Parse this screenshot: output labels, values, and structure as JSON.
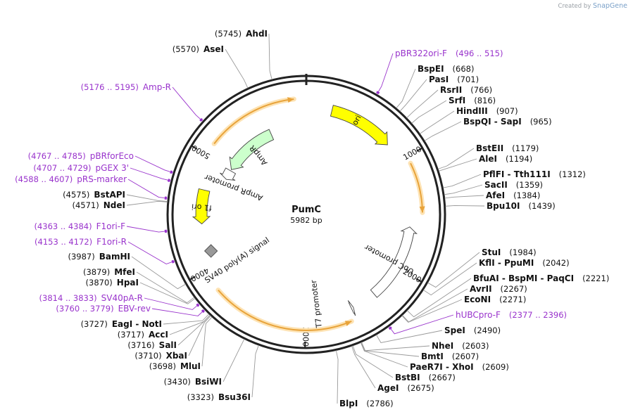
{
  "credit": {
    "prefix": "Created by",
    "brand": "SnapGene"
  },
  "plasmid": {
    "name": "PumC",
    "length": "5982 bp",
    "total_bp": 5982
  },
  "ticks": [
    {
      "bp": 1000,
      "label": "1000"
    },
    {
      "bp": 2000,
      "label": "2000"
    },
    {
      "bp": 3000,
      "label": "3000"
    },
    {
      "bp": 4000,
      "label": "4000"
    },
    {
      "bp": 5000,
      "label": "5000"
    }
  ],
  "features": [
    {
      "name": "ori",
      "type": "ori",
      "start": 230,
      "end": 820,
      "color": "#ffff00"
    },
    {
      "name": "AmpR",
      "type": "cds",
      "start": 5000,
      "end": 5590,
      "color": "#ccffcc"
    },
    {
      "name": "AmpR promoter",
      "type": "promoter",
      "start": 4880,
      "end": 4985,
      "color": "#ffffff"
    },
    {
      "name": "UbC promoter",
      "type": "promoter",
      "start": 1610,
      "end": 2320,
      "color": "#ffffff"
    },
    {
      "name": "T7 promoter",
      "type": "promoter",
      "start": 2545,
      "end": 2565,
      "color": "#ffffff"
    },
    {
      "name": "f1 ori",
      "type": "ori",
      "start": 4400,
      "end": 4710,
      "color": "#ffff00"
    },
    {
      "name": "SV40 poly(A) signal",
      "type": "polyA",
      "start": 4080,
      "end": 4195,
      "color": "#999999"
    }
  ],
  "orfs": [
    {
      "start": 5110,
      "end": 5880,
      "direction": "cw"
    },
    {
      "start": 1060,
      "end": 1480,
      "direction": "cw"
    },
    {
      "start": 2610,
      "end": 3810,
      "direction": "ccw"
    }
  ],
  "sites": [
    {
      "label": "AhdI",
      "pos": "(5745)",
      "bp": 5745,
      "side": "top",
      "kind": "enzyme"
    },
    {
      "label": "AseI",
      "pos": "(5570)",
      "bp": 5570,
      "side": "top",
      "kind": "enzyme"
    },
    {
      "label": "Amp-R",
      "pos": "(5176 .. 5195)",
      "bp": 5185,
      "side": "left",
      "kind": "primer"
    },
    {
      "label": "pBRforEco",
      "pos": "(4767 .. 4785)",
      "bp": 4776,
      "side": "left",
      "kind": "primer"
    },
    {
      "label": "pGEX 3'",
      "pos": "(4707 .. 4729)",
      "bp": 4718,
      "side": "left",
      "kind": "primer"
    },
    {
      "label": "pRS-marker",
      "pos": "(4588 .. 4607)",
      "bp": 4597,
      "side": "left",
      "kind": "primer"
    },
    {
      "label": "BstAPI",
      "pos": "(4575)",
      "bp": 4575,
      "side": "left",
      "kind": "enzyme"
    },
    {
      "label": "NdeI",
      "pos": "(4571)",
      "bp": 4571,
      "side": "left",
      "kind": "enzyme"
    },
    {
      "label": "F1ori-F",
      "pos": "(4363 .. 4384)",
      "bp": 4373,
      "side": "left",
      "kind": "primer"
    },
    {
      "label": "F1ori-R",
      "pos": "(4153 .. 4172)",
      "bp": 4162,
      "side": "left",
      "kind": "primer"
    },
    {
      "label": "BamHI",
      "pos": "(3987)",
      "bp": 3987,
      "side": "left",
      "kind": "enzyme"
    },
    {
      "label": "MfeI",
      "pos": "(3879)",
      "bp": 3879,
      "side": "left",
      "kind": "enzyme"
    },
    {
      "label": "HpaI",
      "pos": "(3870)",
      "bp": 3870,
      "side": "left",
      "kind": "enzyme"
    },
    {
      "label": "SV40pA-R",
      "pos": "(3814 .. 3833)",
      "bp": 3823,
      "side": "left",
      "kind": "primer"
    },
    {
      "label": "EBV-rev",
      "pos": "(3760 .. 3779)",
      "bp": 3769,
      "side": "left",
      "kind": "primer"
    },
    {
      "label": "EagI - NotI",
      "pos": "(3727)",
      "bp": 3727,
      "side": "left",
      "kind": "enzyme"
    },
    {
      "label": "AccI",
      "pos": "(3717)",
      "bp": 3717,
      "side": "left",
      "kind": "enzyme"
    },
    {
      "label": "SalI",
      "pos": "(3716)",
      "bp": 3716,
      "side": "left",
      "kind": "enzyme"
    },
    {
      "label": "XbaI",
      "pos": "(3710)",
      "bp": 3710,
      "side": "left",
      "kind": "enzyme"
    },
    {
      "label": "MluI",
      "pos": "(3698)",
      "bp": 3698,
      "side": "left",
      "kind": "enzyme"
    },
    {
      "label": "BsiWI",
      "pos": "(3430)",
      "bp": 3430,
      "side": "left",
      "kind": "enzyme"
    },
    {
      "label": "Bsu36I",
      "pos": "(3323)",
      "bp": 3323,
      "side": "left",
      "kind": "enzyme"
    },
    {
      "label": "pBR322ori-F",
      "pos": "(496 .. 515)",
      "bp": 505,
      "side": "right",
      "kind": "primer"
    },
    {
      "label": "BspEI",
      "pos": "(668)",
      "bp": 668,
      "side": "right",
      "kind": "enzyme"
    },
    {
      "label": "PasI",
      "pos": "(701)",
      "bp": 701,
      "side": "right",
      "kind": "enzyme"
    },
    {
      "label": "RsrII",
      "pos": "(766)",
      "bp": 766,
      "side": "right",
      "kind": "enzyme"
    },
    {
      "label": "SrfI",
      "pos": "(816)",
      "bp": 816,
      "side": "right",
      "kind": "enzyme"
    },
    {
      "label": "HindIII",
      "pos": "(907)",
      "bp": 907,
      "side": "right",
      "kind": "enzyme"
    },
    {
      "label": "BspQI - SapI",
      "pos": "(965)",
      "bp": 965,
      "side": "right",
      "kind": "enzyme"
    },
    {
      "label": "BstEII",
      "pos": "(1179)",
      "bp": 1179,
      "side": "right",
      "kind": "enzyme"
    },
    {
      "label": "AleI",
      "pos": "(1194)",
      "bp": 1194,
      "side": "right",
      "kind": "enzyme"
    },
    {
      "label": "PflFI - Tth111I",
      "pos": "(1312)",
      "bp": 1312,
      "side": "right",
      "kind": "enzyme"
    },
    {
      "label": "SacII",
      "pos": "(1359)",
      "bp": 1359,
      "side": "right",
      "kind": "enzyme"
    },
    {
      "label": "AfeI",
      "pos": "(1384)",
      "bp": 1384,
      "side": "right",
      "kind": "enzyme"
    },
    {
      "label": "Bpu10I",
      "pos": "(1439)",
      "bp": 1439,
      "side": "right",
      "kind": "enzyme"
    },
    {
      "label": "StuI",
      "pos": "(1984)",
      "bp": 1984,
      "side": "right",
      "kind": "enzyme"
    },
    {
      "label": "KflI - PpuMI",
      "pos": "(2042)",
      "bp": 2042,
      "side": "right",
      "kind": "enzyme"
    },
    {
      "label": "BfuAI - BspMI - PaqCI",
      "pos": "(2221)",
      "bp": 2221,
      "side": "right",
      "kind": "enzyme"
    },
    {
      "label": "AvrII",
      "pos": "(2267)",
      "bp": 2267,
      "side": "right",
      "kind": "enzyme"
    },
    {
      "label": "EcoNI",
      "pos": "(2271)",
      "bp": 2271,
      "side": "right",
      "kind": "enzyme"
    },
    {
      "label": "hUBCpro-F",
      "pos": "(2377 .. 2396)",
      "bp": 2386,
      "side": "right",
      "kind": "primer"
    },
    {
      "label": "SpeI",
      "pos": "(2490)",
      "bp": 2490,
      "side": "right",
      "kind": "enzyme"
    },
    {
      "label": "NheI",
      "pos": "(2603)",
      "bp": 2603,
      "side": "right",
      "kind": "enzyme"
    },
    {
      "label": "BmtI",
      "pos": "(2607)",
      "bp": 2607,
      "side": "right",
      "kind": "enzyme"
    },
    {
      "label": "PaeR7I - XhoI",
      "pos": "(2609)",
      "bp": 2609,
      "side": "right",
      "kind": "enzyme"
    },
    {
      "label": "BstBI",
      "pos": "(2667)",
      "bp": 2667,
      "side": "right",
      "kind": "enzyme"
    },
    {
      "label": "AgeI",
      "pos": "(2675)",
      "bp": 2675,
      "side": "right",
      "kind": "enzyme"
    },
    {
      "label": "BlpI",
      "pos": "(2786)",
      "bp": 2786,
      "side": "right",
      "kind": "enzyme"
    }
  ],
  "colors": {
    "enzyme": "#000000",
    "primer": "#9933cc",
    "leader": "#888888",
    "orf": "#e8a33a",
    "orf_glow": "#fde3b4"
  }
}
